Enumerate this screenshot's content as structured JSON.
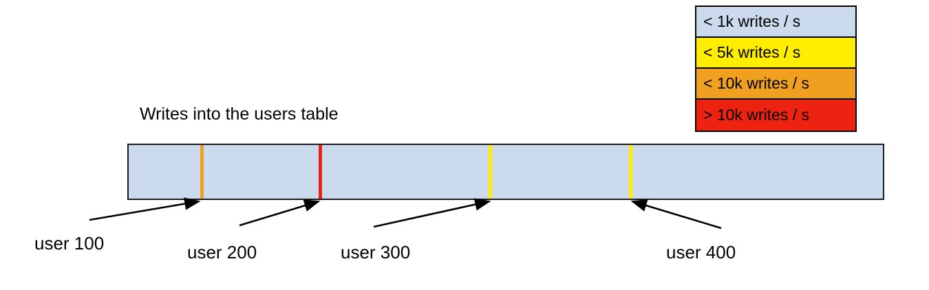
{
  "chart_data": {
    "type": "bar",
    "title": "Writes into the users table",
    "xlabel": "",
    "ylabel": "",
    "description": "A single horizontal range bar representing the users table keyspace, shaded by write throughput, with four user-id boundary markers called out by arrows.",
    "range_fill_color": "#ccdaee",
    "range_fill_legend": "< 1k writes / s",
    "markers": [
      {
        "label": "user 100",
        "color": "#f0a020",
        "tier": "< 10k writes / s",
        "position_pct": 9.5
      },
      {
        "label": "user 200",
        "color": "#ee2211",
        "tier": "> 10k writes / s",
        "position_pct": 25.2
      },
      {
        "label": "user 300",
        "color": "#ffee00",
        "tier": "< 5k writes / s",
        "position_pct": 47.7
      },
      {
        "label": "user 400",
        "color": "#ffee00",
        "tier": "< 5k writes / s",
        "position_pct": 66.3
      }
    ]
  },
  "legend": {
    "title": "",
    "items": [
      {
        "label": "< 1k writes / s",
        "color": "#ccdaee"
      },
      {
        "label": "< 5k writes / s",
        "color": "#ffee00"
      },
      {
        "label": "< 10k writes / s",
        "color": "#f0a020"
      },
      {
        "label": "> 10k writes / s",
        "color": "#ee2211"
      }
    ]
  },
  "colors": {
    "light_blue": "#ccdaee",
    "yellow": "#ffee00",
    "orange": "#f0a020",
    "red": "#ee2211",
    "outline": "#000000",
    "background": "#ffffff"
  }
}
